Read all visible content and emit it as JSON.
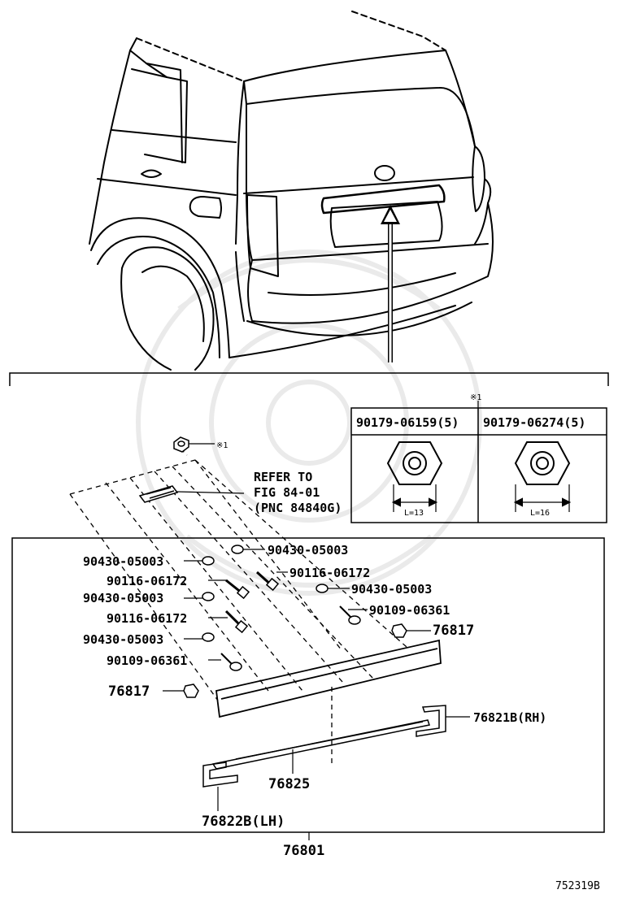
{
  "refer": {
    "line1": "REFER TO",
    "line2": "FIG 84-01",
    "line3": "(PNC 84840G)"
  },
  "mark": "※1",
  "inset": {
    "left_header": "90179-06159(5)",
    "right_header": "90179-06274(5)",
    "left_length": "L=13",
    "right_length": "L=16"
  },
  "parts": {
    "p_76801": "76801",
    "p_76825": "76825",
    "p_76822b": "76822B(LH)",
    "p_76821b": "76821B(RH)",
    "p_76817a": "76817",
    "p_76817b": "76817",
    "p_90430_a": "90430-05003",
    "p_90430_b": "90430-05003",
    "p_90430_c": "90430-05003",
    "p_90430_d": "90430-05003",
    "p_90430_e": "90430-05003",
    "p_90116_a": "90116-06172",
    "p_90116_b": "90116-06172",
    "p_90116_c": "90116-06172",
    "p_90109_a": "90109-06361",
    "p_90109_b": "90109-06361"
  },
  "figure_id": "752319B"
}
